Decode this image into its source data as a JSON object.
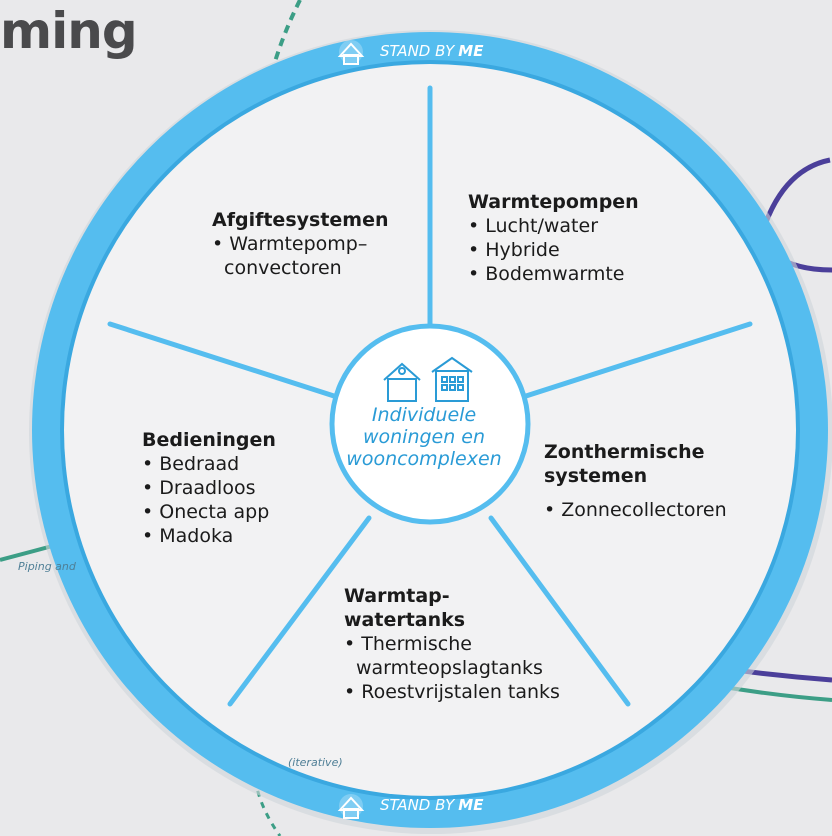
{
  "heading": "ming",
  "brand": {
    "text": "STAND BY",
    "emph": "ME"
  },
  "center": {
    "lines": [
      "Individuele",
      "woningen en",
      "wooncomplexen"
    ],
    "icons": [
      "house-icon",
      "apartment-building-icon"
    ]
  },
  "segments": [
    {
      "id": "afgifte",
      "title": [
        "Afgiftesystemen"
      ],
      "items": [
        "• Warmtepomp–",
        "convectoren"
      ]
    },
    {
      "id": "warmtepompen",
      "title": [
        "Warmtepompen"
      ],
      "items": [
        "• Lucht/water",
        "• Hybride",
        "• Bodemwarmte"
      ]
    },
    {
      "id": "zonthermisch",
      "title": [
        "Zonthermische",
        "systemen"
      ],
      "items": [
        "• Zonnecollectoren"
      ]
    },
    {
      "id": "warmtap",
      "title": [
        "Warmtap-",
        "watertanks"
      ],
      "items": [
        "• Thermische",
        "warmteopslagtanks",
        "• Roestvrijstalen tanks"
      ]
    },
    {
      "id": "bedieningen",
      "title": [
        "Bedieningen"
      ],
      "items": [
        "• Bedraad",
        "• Draadloos",
        "• Onecta app",
        "• Madoka"
      ]
    }
  ],
  "background_labels": [
    "Piping and",
    "(iterative)"
  ],
  "colors": {
    "ring": "#55bdef",
    "ring_dark": "#3aa8e0",
    "spoke": "#55bdef",
    "disc": "#f2f2f3",
    "heading": "#4a4a4c",
    "center_text": "#2a9bd6"
  }
}
